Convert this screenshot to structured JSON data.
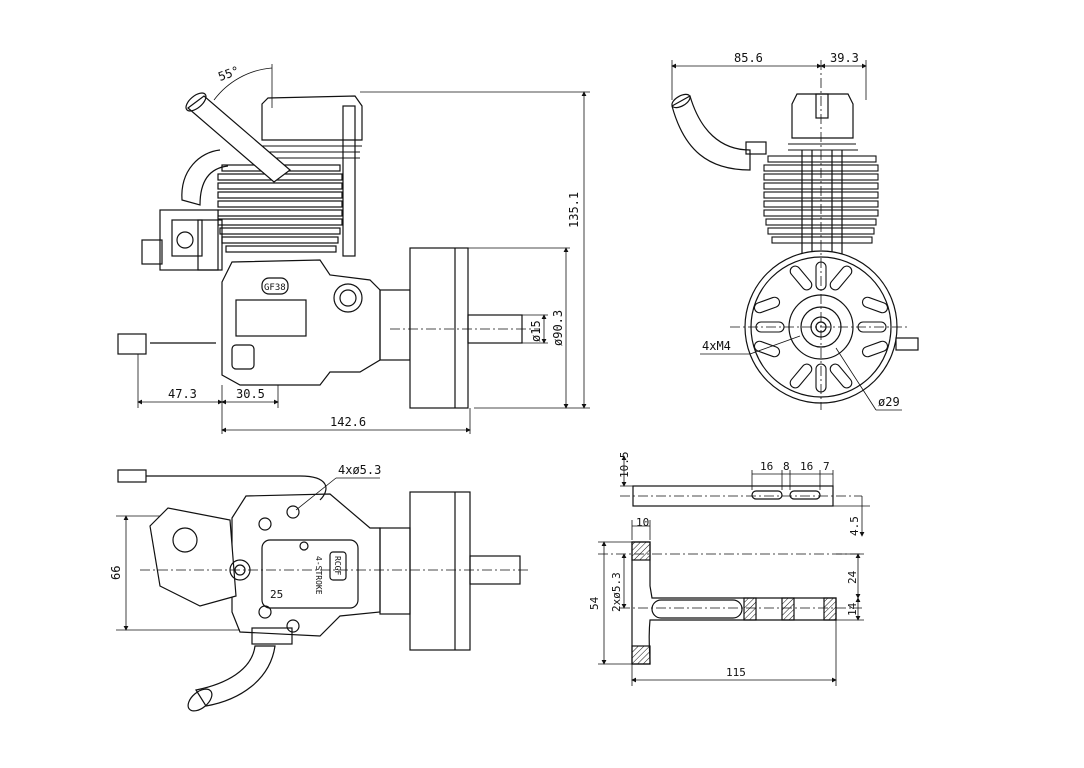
{
  "front_view": {
    "angle_label": "55°",
    "height_total": "135.1",
    "flange_dia": "ø90.3",
    "shaft_dia": "ø15",
    "offset_left": "47.3",
    "offset_mid": "30.5",
    "length_total": "142.6",
    "engine_text": "GF38"
  },
  "side_view": {
    "width_left": "85.6",
    "width_right": "39.3",
    "thread_label": "4xM4",
    "hub_dia": "ø29"
  },
  "top_view": {
    "hole_label": "4xø5.3",
    "width": "66",
    "offset": "25",
    "badge_text": "4-STROKE",
    "logo_text": "RCGF"
  },
  "bracket_view": {
    "top_offset": "10.5",
    "slot_1": "16",
    "slot_gap": "8",
    "slot_2": "16",
    "slot_end": "7",
    "thickness": "4.5",
    "flange": "10",
    "hole_label": "2xø5.3",
    "total_height": "54",
    "upper_height": "24",
    "lower_height": "14",
    "length": "115"
  },
  "colors": {
    "line": "#111111",
    "background": "#ffffff"
  }
}
